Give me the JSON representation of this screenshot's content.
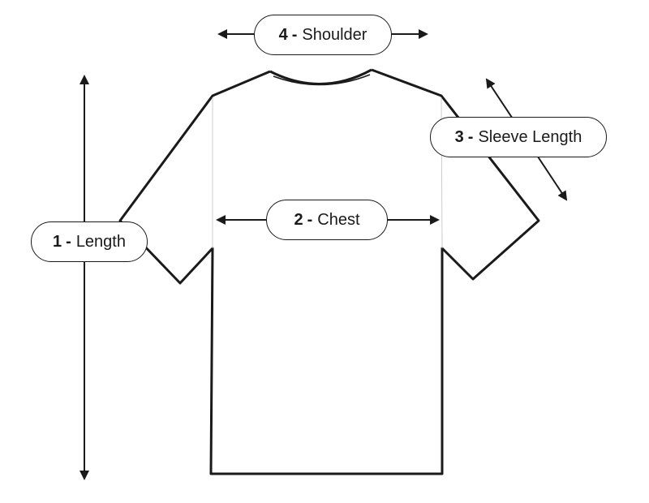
{
  "diagram": {
    "colors": {
      "line": "#1a1a1a",
      "background": "#ffffff",
      "seam": "#cccccc"
    },
    "measurements": [
      {
        "number": "1",
        "separator": "-",
        "label": "Length"
      },
      {
        "number": "2",
        "separator": "-",
        "label": "Chest"
      },
      {
        "number": "3",
        "separator": "-",
        "label": "Sleeve Length"
      },
      {
        "number": "4",
        "separator": "-",
        "label": "Shoulder"
      }
    ]
  }
}
